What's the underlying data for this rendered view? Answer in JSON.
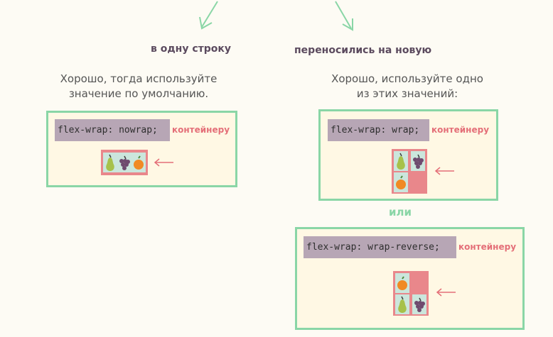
{
  "branches": {
    "left": "в одну строку",
    "right": "переносились на новую"
  },
  "advice": {
    "left_line1": "Хорошо, тогда используйте",
    "left_line2": "значение по умолчанию.",
    "right_line1": "Хорошо, используйте одно",
    "right_line2": "из этих значений:"
  },
  "cards": {
    "nowrap": {
      "code": "flex-wrap: nowrap;",
      "tag": "контейнеру"
    },
    "wrap": {
      "code": "flex-wrap: wrap;",
      "tag": "контейнеру"
    },
    "wrap_reverse": {
      "code": "flex-wrap: wrap-reverse;",
      "tag": "контейнеру"
    }
  },
  "or_label": "или",
  "colors": {
    "accent_green": "#8ad6a6",
    "label_pink": "#e46f78",
    "code_bg": "#b7a6b5",
    "container": "#e9878b",
    "item": "#cbe6dc"
  },
  "icons": [
    "pear-icon",
    "grapes-icon",
    "orange-icon"
  ]
}
